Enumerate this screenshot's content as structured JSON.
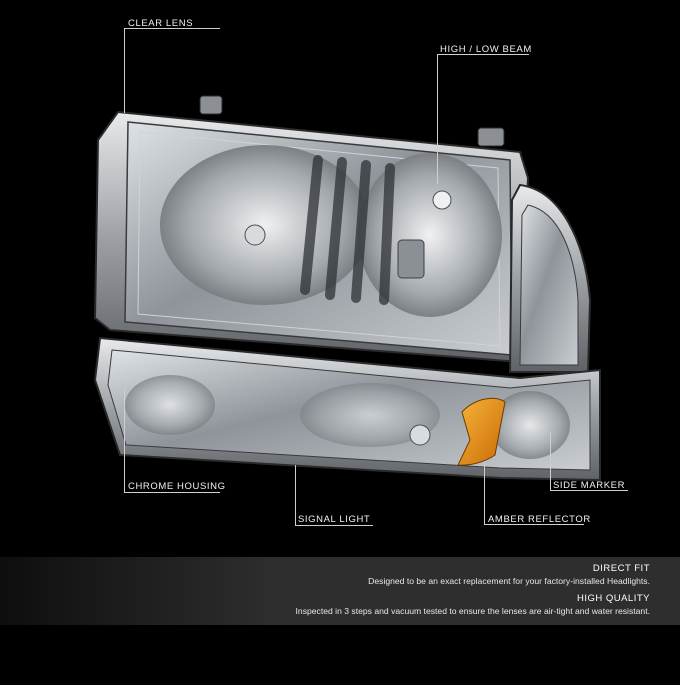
{
  "callouts": {
    "clear_lens": "CLEAR LENS",
    "high_low_beam": "HIGH / LOW BEAM",
    "chrome_housing": "CHROME HOUSING",
    "signal_light": "SIGNAL LIGHT",
    "amber_reflector": "AMBER REFLECTOR",
    "side_marker": "SIDE MARKER"
  },
  "features": [
    {
      "title": "DIRECT FIT",
      "text": "Designed to be an exact replacement for your factory-installed Headlights."
    },
    {
      "title": "HIGH QUALITY",
      "text": "Inspected in 3 steps and vacuum tested to ensure the lenses are air-tight and water resistant."
    }
  ],
  "colors": {
    "background": "#000000",
    "chrome": "#b9bcc0",
    "amber": "#e8900c",
    "banner": "#303030"
  }
}
